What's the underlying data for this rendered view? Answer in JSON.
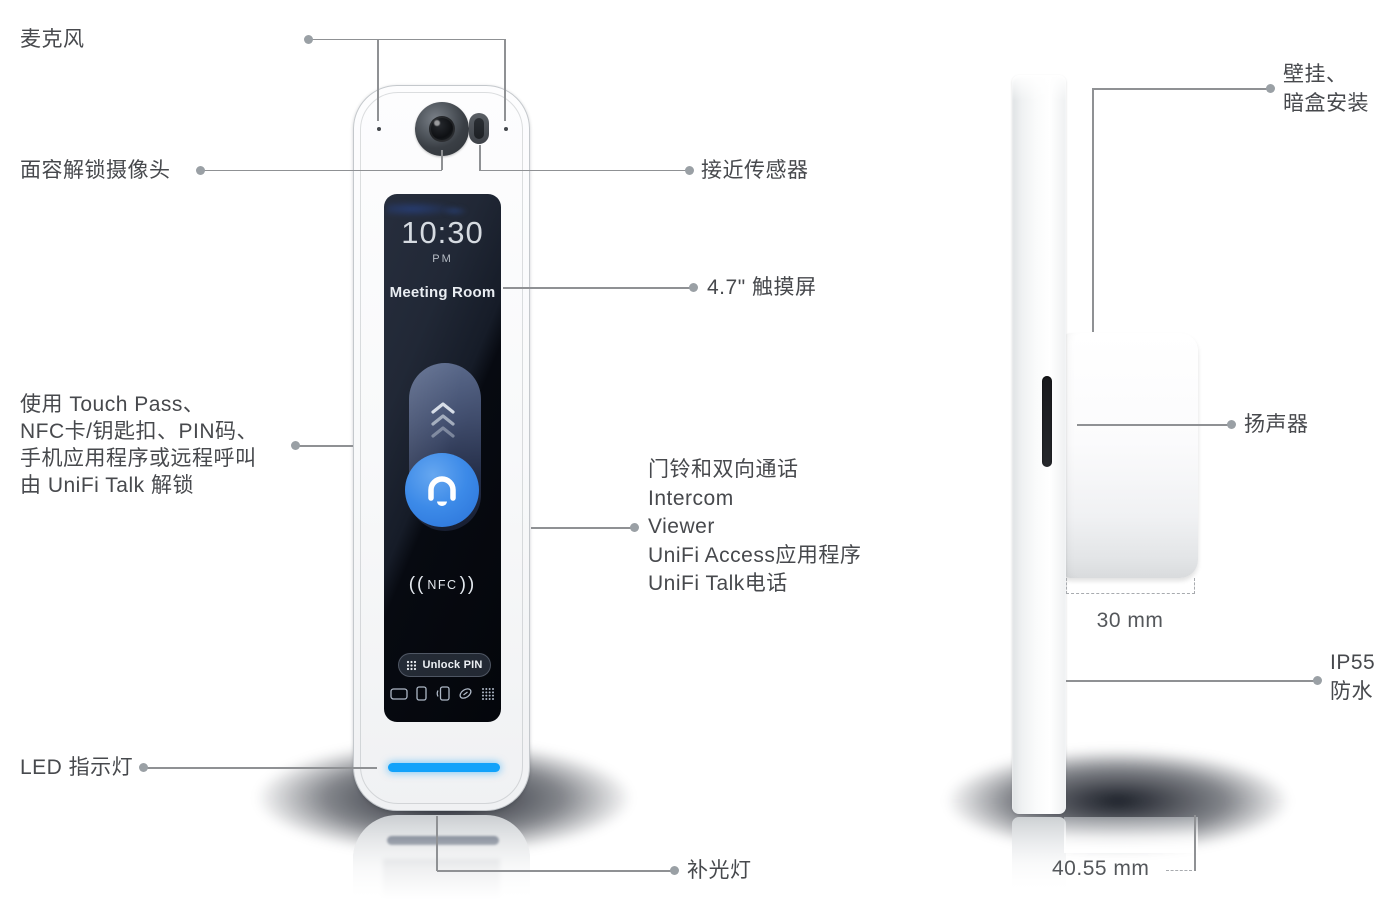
{
  "screen_ui": {
    "time": "10:30",
    "meridiem": "PM",
    "room_name": "Meeting Room",
    "nfc_waves_left": "((",
    "nfc_text": "NFC",
    "nfc_waves_right": "))",
    "unlock_pin_label": "Unlock PIN"
  },
  "callouts": {
    "microphone": "麦克风",
    "face_unlock_camera": "面容解锁摄像头",
    "proximity_sensor": "接近传感器",
    "touchscreen": "4.7\" 触摸屏",
    "unlock_methods_lines": [
      "使用 Touch Pass、",
      "NFC卡/钥匙扣、PIN码、",
      "手机应用程序或远程呼叫",
      "由 UniFi Talk 解锁"
    ],
    "doorbell_lines": [
      "门铃和双向通话",
      "Intercom",
      "Viewer",
      "UniFi Access应用程序",
      "UniFi Talk电话"
    ],
    "led_indicator": "LED 指示灯",
    "fill_light": "补光灯",
    "mount_lines": [
      "壁挂、",
      "暗盒安装"
    ],
    "speaker": "扬声器",
    "ip_rating_lines": [
      "IP55",
      "防水"
    ],
    "depth_hump": "30 mm",
    "depth_total": "40.55 mm"
  },
  "icons": {
    "bottom_row": [
      "card-icon",
      "phone-icon",
      "nfc-tap-icon",
      "fob-icon",
      "keypad-icon"
    ]
  },
  "colors": {
    "led_blue": "#12a2fa",
    "bell_blue": "#2e7fe0",
    "label_grey": "#47494d",
    "line_grey": "#8f9194"
  }
}
